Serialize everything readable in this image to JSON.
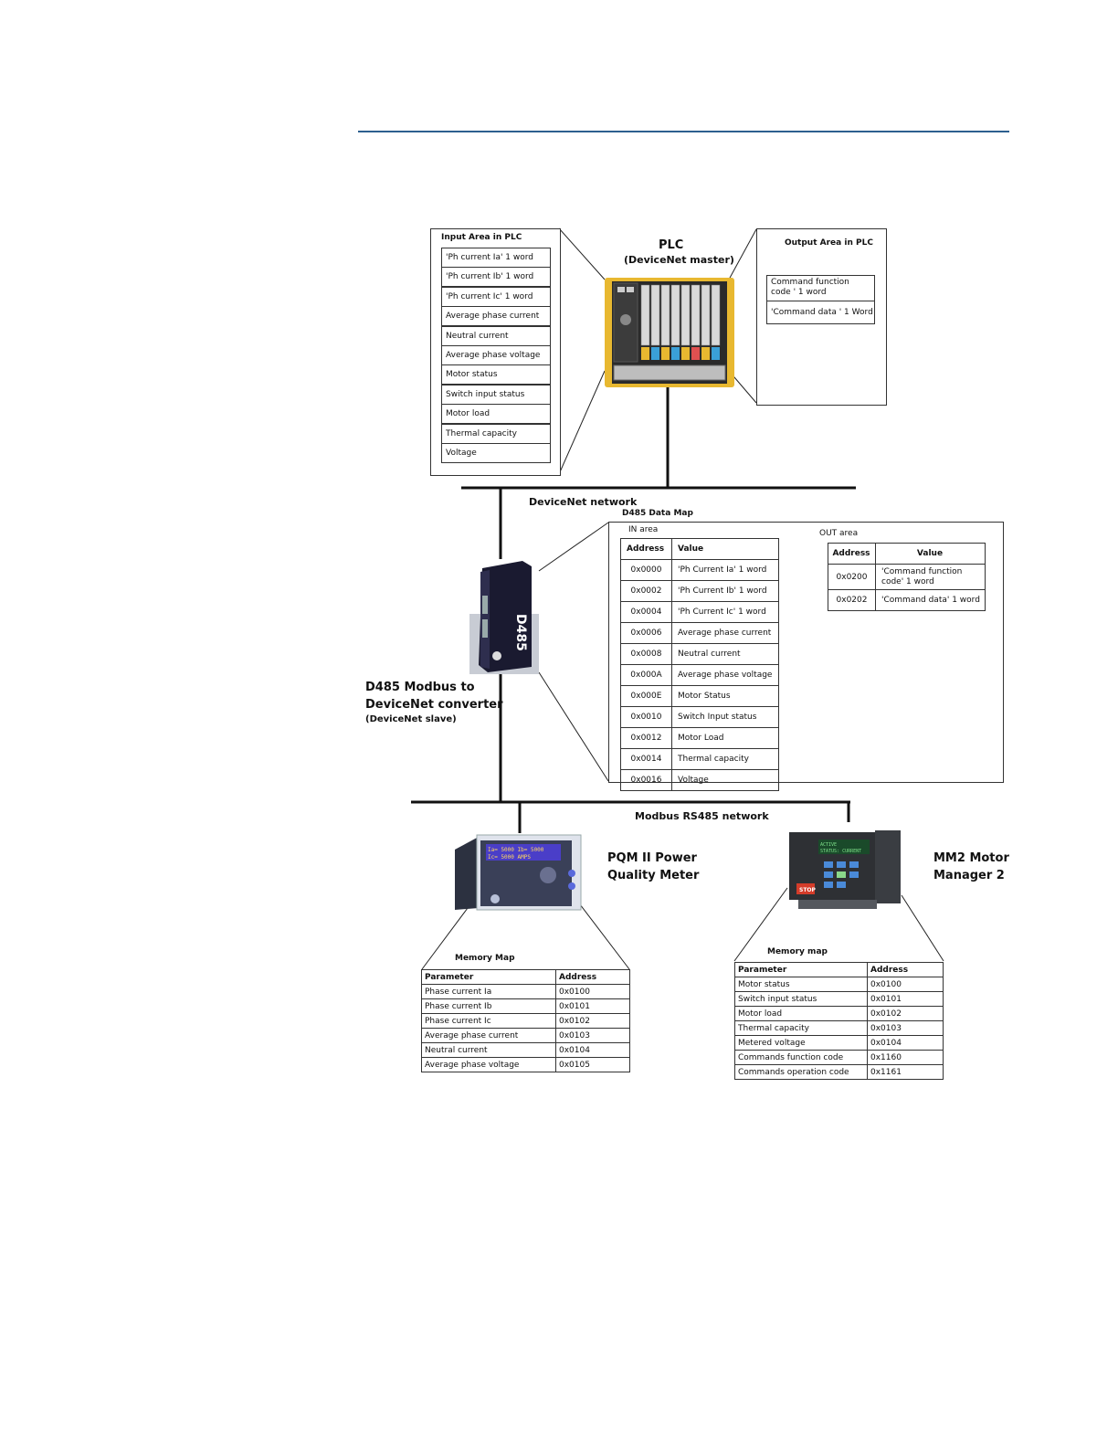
{
  "plc": {
    "title": "PLC",
    "subtitle": "(DeviceNet master)",
    "input_area": {
      "title": "Input Area in PLC",
      "rows": [
        "'Ph current Ia' 1 word",
        "'Ph current Ib' 1 word",
        "'Ph current Ic' 1 word",
        "Average phase current",
        "Neutral current",
        "Average phase voltage",
        "Motor status",
        "Switch input status",
        "Motor load",
        "Thermal capacity",
        "Voltage"
      ]
    },
    "output_area": {
      "title": "Output Area in PLC",
      "row1_line1": "Command  function",
      "row1_line2": "code ' 1 word",
      "row2": "'Command  data ' 1 Word"
    }
  },
  "devicenet": {
    "label": "DeviceNet network"
  },
  "d485": {
    "title_line1": "D485 Modbus to",
    "title_line2": "DeviceNet converter",
    "subtitle": "(DeviceNet slave)",
    "device_text": "D485",
    "data_map": {
      "title": "D485 Data Map",
      "in_label": "IN area",
      "out_label": "OUT area",
      "headers": {
        "address": "Address",
        "value": "Value"
      },
      "in_rows": [
        {
          "address": "0x0000",
          "value": "'Ph Current Ia' 1 word"
        },
        {
          "address": "0x0002",
          "value": "'Ph Current Ib' 1 word"
        },
        {
          "address": "0x0004",
          "value": "'Ph Current Ic' 1 word"
        },
        {
          "address": "0x0006",
          "value": "Average phase current"
        },
        {
          "address": "0x0008",
          "value": "Neutral current"
        },
        {
          "address": "0x000A",
          "value": "Average phase voltage"
        },
        {
          "address": "0x000E",
          "value": "Motor Status"
        },
        {
          "address": "0x0010",
          "value": "Switch Input status"
        },
        {
          "address": "0x0012",
          "value": "Motor Load"
        },
        {
          "address": "0x0014",
          "value": "Thermal capacity"
        },
        {
          "address": "0x0016",
          "value": "Voltage"
        }
      ],
      "out_rows": [
        {
          "address": "0x0200",
          "value_line1": "'Command  function",
          "value_line2": "code' 1 word"
        },
        {
          "address": "0x0202",
          "value_line1": "'Command data' 1 word",
          "value_line2": ""
        }
      ]
    }
  },
  "modbus": {
    "label": "Modbus RS485 network"
  },
  "pqm": {
    "title_line1": "PQM II Power",
    "title_line2": "Quality Meter",
    "memory_map": {
      "title": "Memory Map",
      "headers": {
        "parameter": "Parameter",
        "address": "Address"
      },
      "rows": [
        {
          "parameter": "Phase current Ia",
          "address": "0x0100"
        },
        {
          "parameter": "Phase current Ib",
          "address": "0x0101"
        },
        {
          "parameter": "Phase current Ic",
          "address": "0x0102"
        },
        {
          "parameter": "Average phase current",
          "address": "0x0103"
        },
        {
          "parameter": "Neutral current",
          "address": "0x0104"
        },
        {
          "parameter": "Average phase voltage",
          "address": "0x0105"
        }
      ]
    }
  },
  "mm2": {
    "title_line1": "MM2 Motor",
    "title_line2": "Manager 2",
    "memory_map": {
      "title": "Memory map",
      "headers": {
        "parameter": "Parameter",
        "address": "Address"
      },
      "rows": [
        {
          "parameter": "Motor status",
          "address": "0x0100"
        },
        {
          "parameter": "Switch input status",
          "address": "0x0101"
        },
        {
          "parameter": "Motor load",
          "address": "0x0102"
        },
        {
          "parameter": "Thermal capacity",
          "address": "0x0103"
        },
        {
          "parameter": "Metered voltage",
          "address": "0x0104"
        },
        {
          "parameter": "Commands function code",
          "address": "0x1160"
        },
        {
          "parameter": "Commands operation code",
          "address": "0x1161"
        }
      ]
    }
  },
  "colors": {
    "rule": "#2d5f8f",
    "plc_frame": "#e8b830",
    "d485_body": "#1a1a30",
    "pqm_screen": "#4a3ec8",
    "mm2_stop": "#d43c2a"
  }
}
